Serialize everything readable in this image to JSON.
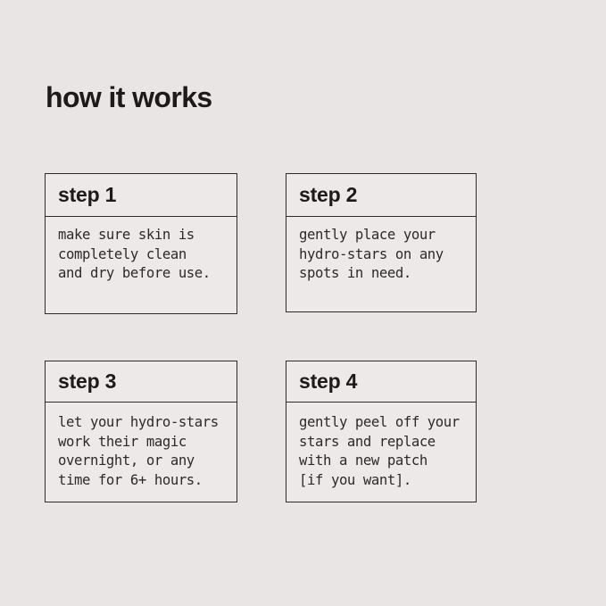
{
  "page": {
    "title": "how it works"
  },
  "colors": {
    "background": "#e9e5e4",
    "card_fill": "#ece9e8",
    "border": "#2e2a29",
    "heading_text": "#1d1a19",
    "body_text": "#2d2a29"
  },
  "steps": [
    {
      "title": "step 1",
      "lines": [
        "make sure skin is",
        "completely clean",
        "and dry before use."
      ]
    },
    {
      "title": "step 2",
      "lines": [
        "gently place your",
        "hydro-stars on any",
        "spots in need."
      ]
    },
    {
      "title": "step 3",
      "lines": [
        "let your hydro-stars",
        "work their magic",
        "overnight, or any",
        "time for 6+ hours."
      ]
    },
    {
      "title": "step 4",
      "lines": [
        "gently peel off your",
        "stars and replace",
        "with a new patch",
        "[if you want]."
      ]
    }
  ]
}
